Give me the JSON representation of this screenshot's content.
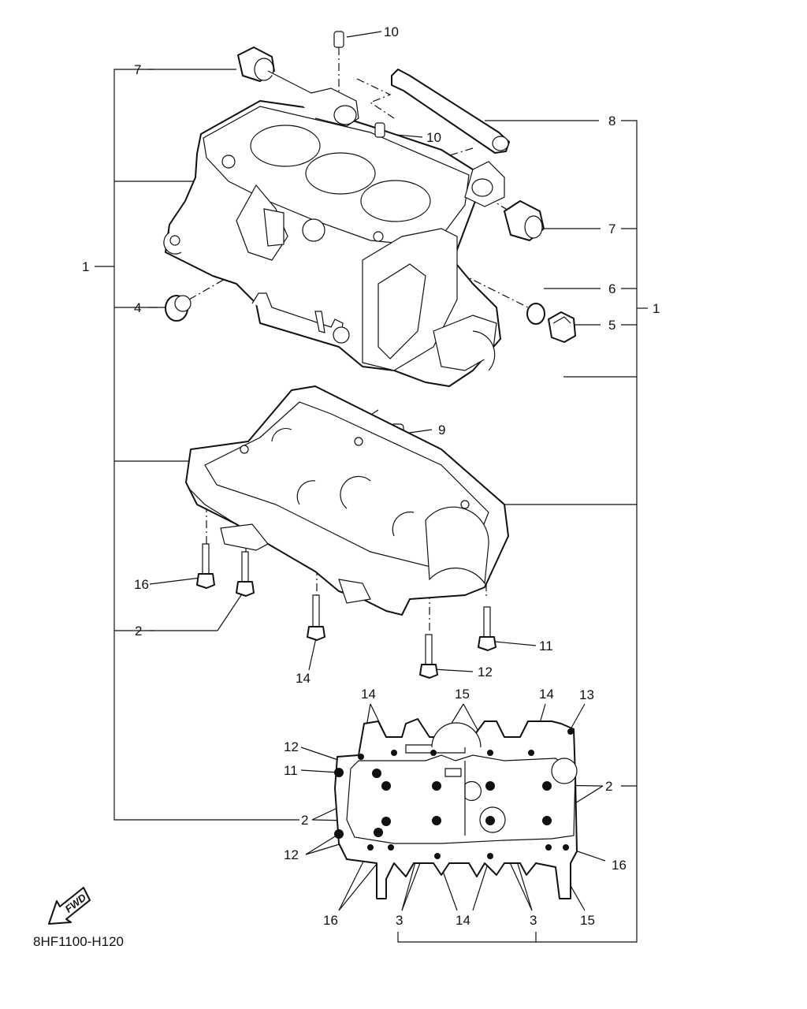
{
  "diagram_code": "8HF1100-H120",
  "fwd_label": "FWD",
  "callouts": {
    "c1_left": "1",
    "c1_right": "1",
    "c2_left": "2",
    "c2_inset_mid": "2",
    "c2_inset_right": "2",
    "c3_inset_left": "3",
    "c3_inset_right": "3",
    "c4": "4",
    "c5": "5",
    "c6": "6",
    "c7_top_left": "7",
    "c7_right": "7",
    "c8": "8",
    "c9": "9",
    "c10_top": "10",
    "c10_mid": "10",
    "c11_bolt": "11",
    "c11_inset": "11",
    "c12_bolt": "12",
    "c12_inset_top": "12",
    "c12_inset_bottom": "12",
    "c13": "13",
    "c14_bolt": "14",
    "c14_inset_top": "14",
    "c14_inset_right": "14",
    "c14_inset_bottom": "14",
    "c15_inset_top": "15",
    "c15_inset_bottom": "15",
    "c16_bolt": "16",
    "c16_inset_right": "16",
    "c16_inset_left": "16"
  },
  "colors": {
    "line": "#111111",
    "background": "#ffffff"
  }
}
